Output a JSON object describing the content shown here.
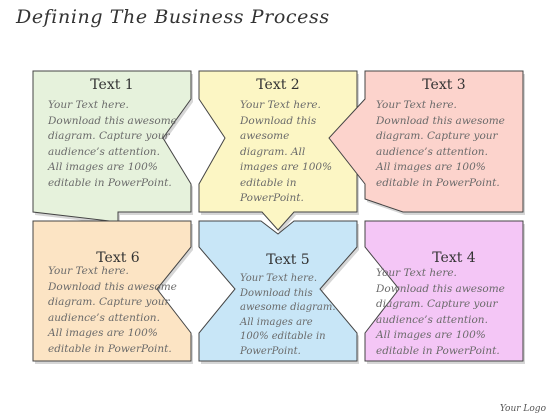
{
  "title": "Defining The Business Process",
  "logo": "Your Logo",
  "colors": {
    "box1": "#e6f2dc",
    "box2": "#fcf6c4",
    "box3": "#fcd3cc",
    "box4": "#f4c6f6",
    "box5": "#c8e6f7",
    "box6": "#fce4c4",
    "stroke": "#444444"
  },
  "boxes": [
    {
      "title": "Text 1",
      "lines": [
        "Your Text here.",
        "Download this awesome",
        "diagram. Capture your",
        "audience’s attention.",
        "All images are 100%",
        "editable in PowerPoint."
      ]
    },
    {
      "title": "Text 2",
      "lines": [
        "Your Text here.",
        "Download this",
        "awesome",
        "diagram. All",
        "images are 100%",
        "editable in",
        "PowerPoint."
      ]
    },
    {
      "title": "Text 3",
      "lines": [
        "Your Text here.",
        "Download this awesome",
        "diagram. Capture your",
        "audience’s attention.",
        "All images are 100%",
        "editable in PowerPoint."
      ]
    },
    {
      "title": "Text 4",
      "lines": [
        "Your Text here.",
        "Download this awesome",
        "diagram. Capture your",
        "audience’s attention.",
        "All images are 100%",
        "editable in PowerPoint."
      ]
    },
    {
      "title": "Text 5",
      "lines": [
        "Your Text here.",
        "Download this",
        "awesome diagram.",
        "All images are",
        "100% editable in",
        "PowerPoint."
      ]
    },
    {
      "title": "Text 6",
      "lines": [
        "Your Text here.",
        "Download this awesome",
        "diagram. Capture your",
        "audience’s attention.",
        "All images are 100%",
        "editable in PowerPoint."
      ]
    }
  ]
}
